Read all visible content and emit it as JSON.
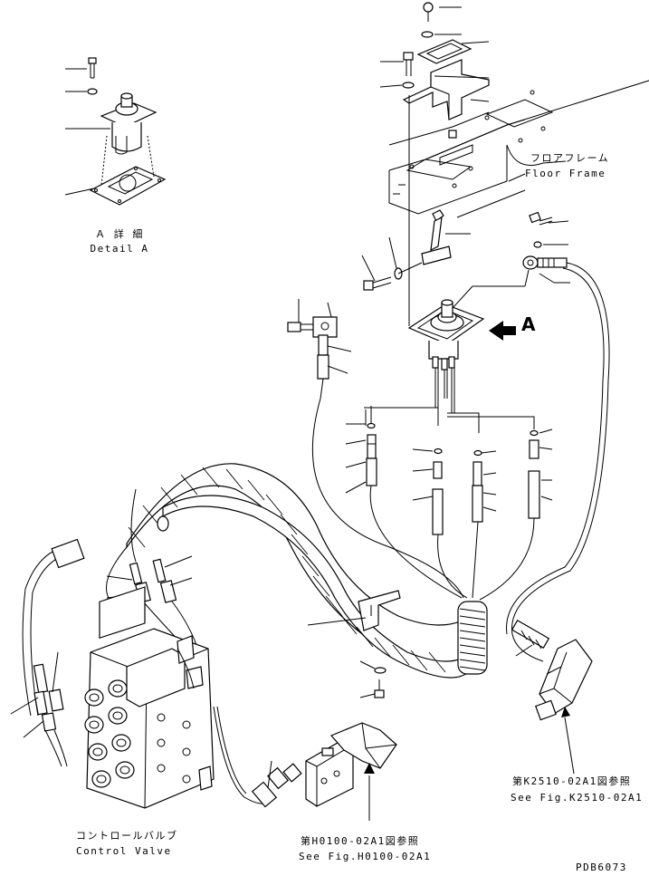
{
  "labels": {
    "detail_a_jp": "Ａ 詳 細",
    "detail_a_en": "Detail A",
    "floor_frame_jp": "フロアフレーム",
    "floor_frame_en": "Floor Frame",
    "view_arrow": "A",
    "ref_k2510_jp": "第K2510-02A1図参照",
    "ref_k2510_en": "See Fig.K2510-02A1",
    "ref_h0100_jp": "第H0100-02A1図参照",
    "ref_h0100_en": "See Fig.H0100-02A1",
    "control_valve_jp": "コントロールバルブ",
    "control_valve_en": "Control Valve",
    "drawing_code": "PDB6073"
  }
}
